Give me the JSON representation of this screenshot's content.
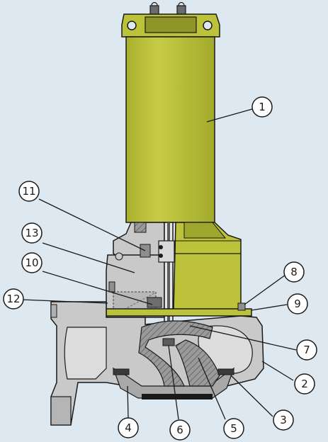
{
  "diagram": {
    "background": "#dde8f0",
    "colors": {
      "motor_housing": "#bcc23a",
      "motor_shade": "#9ea62c",
      "pump_casing": "#c9c9c9",
      "casing_dark": "#8e8e8e",
      "seal_hatch": "#7a7a7a",
      "outline": "#1a1a1a",
      "callout_fill": "#ffffff",
      "shaft": "#5c5c5c"
    },
    "callouts": [
      {
        "id": "callout-1",
        "label": "1"
      },
      {
        "id": "callout-2",
        "label": "2"
      },
      {
        "id": "callout-3",
        "label": "3"
      },
      {
        "id": "callout-4",
        "label": "4"
      },
      {
        "id": "callout-5",
        "label": "5"
      },
      {
        "id": "callout-6",
        "label": "6"
      },
      {
        "id": "callout-7",
        "label": "7"
      },
      {
        "id": "callout-8",
        "label": "8"
      },
      {
        "id": "callout-9",
        "label": "9"
      },
      {
        "id": "callout-10",
        "label": "10"
      },
      {
        "id": "callout-11",
        "label": "11"
      },
      {
        "id": "callout-12",
        "label": "12"
      },
      {
        "id": "callout-13",
        "label": "13"
      }
    ]
  }
}
